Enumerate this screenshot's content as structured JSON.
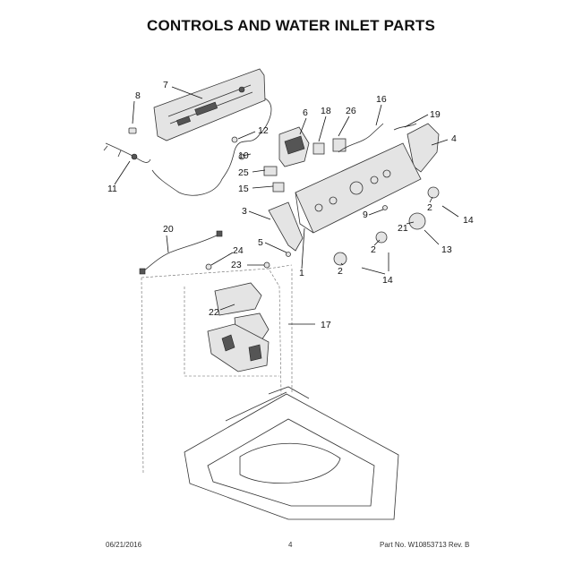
{
  "page": {
    "title": "CONTROLS AND WATER INLET PARTS",
    "footer": {
      "date": "06/21/2016",
      "page_number": "4",
      "part_no": "Part No. W10853713  Rev. B"
    }
  },
  "callouts": [
    {
      "id": "c7a",
      "label": "7"
    },
    {
      "id": "c8",
      "label": "8"
    },
    {
      "id": "c6",
      "label": "6"
    },
    {
      "id": "c18",
      "label": "18"
    },
    {
      "id": "c26",
      "label": "26"
    },
    {
      "id": "c16",
      "label": "16"
    },
    {
      "id": "c19",
      "label": "19"
    },
    {
      "id": "c12",
      "label": "12"
    },
    {
      "id": "c4",
      "label": "4"
    },
    {
      "id": "c10",
      "label": "10"
    },
    {
      "id": "c11",
      "label": "11"
    },
    {
      "id": "c25",
      "label": "25"
    },
    {
      "id": "c15",
      "label": "15"
    },
    {
      "id": "c3",
      "label": "3"
    },
    {
      "id": "c2a",
      "label": "2"
    },
    {
      "id": "c14a",
      "label": "14"
    },
    {
      "id": "c9",
      "label": "9"
    },
    {
      "id": "c21",
      "label": "21"
    },
    {
      "id": "c20",
      "label": "20"
    },
    {
      "id": "c5",
      "label": "5"
    },
    {
      "id": "c2b",
      "label": "2"
    },
    {
      "id": "c13",
      "label": "13"
    },
    {
      "id": "c24",
      "label": "24"
    },
    {
      "id": "c23",
      "label": "23"
    },
    {
      "id": "c1",
      "label": "1"
    },
    {
      "id": "c2c",
      "label": "2"
    },
    {
      "id": "c14b",
      "label": "14"
    },
    {
      "id": "c22",
      "label": "22"
    },
    {
      "id": "c17",
      "label": "17"
    }
  ]
}
